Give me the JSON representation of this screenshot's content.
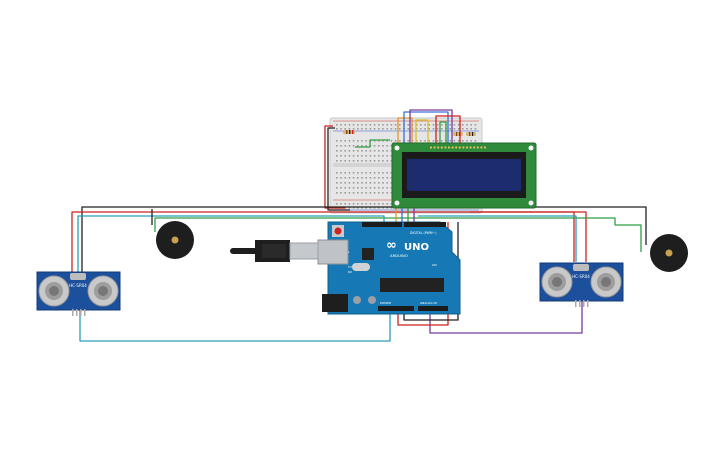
{
  "board": {
    "brand": "ARDUINO",
    "model": "UNO",
    "digital_label": "DIGITAL (PWM~)",
    "analog_label": "ANALOG IN",
    "power_label": "POWER",
    "on_label": "ON",
    "tx_label": "TX",
    "rx_label": "RX",
    "l_label": "L",
    "logo_symbol": "∞"
  },
  "sensors": {
    "left_label": "HC-SR04",
    "right_label": "HC-SR04"
  },
  "colors": {
    "board": "#1679b5",
    "board_dark": "#0f5f90",
    "breadboard": "#e8e8e8",
    "lcd_pcb": "#2f8a3c",
    "lcd_screen": "#1d2c6e",
    "sensor_pcb": "#1c4f9c",
    "buzzer": "#1e1e1e",
    "wire_red": "#cc2222",
    "wire_black": "#222222",
    "wire_green": "#2f9e44",
    "wire_teal": "#2aa0b8",
    "wire_purple": "#7a3a9a",
    "wire_orange": "#e69422",
    "wire_blue": "#3a6fd6",
    "wire_yellow": "#d7c22a"
  },
  "icons": {
    "usb": "usb-cable-icon",
    "buzzer": "piezo-buzzer-icon",
    "resistor": "resistor-icon"
  }
}
